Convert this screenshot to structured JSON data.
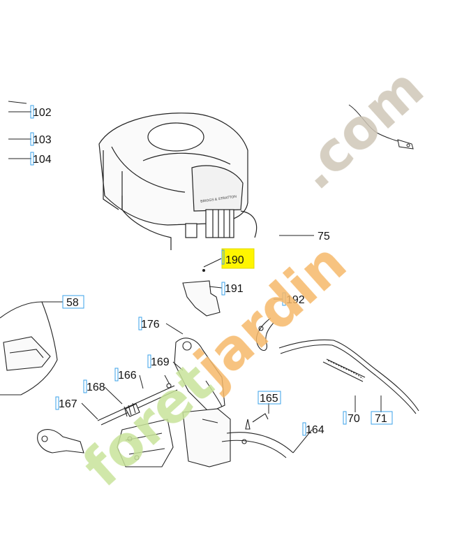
{
  "diagram": {
    "labels": {
      "p102": "102",
      "p103": "103",
      "p104": "104",
      "p75": "75",
      "p190": "190",
      "p191": "191",
      "p192": "192",
      "p58": "58",
      "p176": "176",
      "p169": "169",
      "p168": "168",
      "p166": "166",
      "p167": "167",
      "p165": "165",
      "p164": "164",
      "p70": "70",
      "p71": "71"
    },
    "engine_plate_text": "BRIGGS & STRATTON",
    "highlight_color": "#fff500",
    "box_color": "#3aa0e8"
  },
  "watermark": {
    "part1": "foret",
    "part2": "jardin",
    "part3": ".com",
    "color_green": "#c8e39a",
    "color_orange": "#f6b96a",
    "color_grey": "#cfc7b8"
  }
}
